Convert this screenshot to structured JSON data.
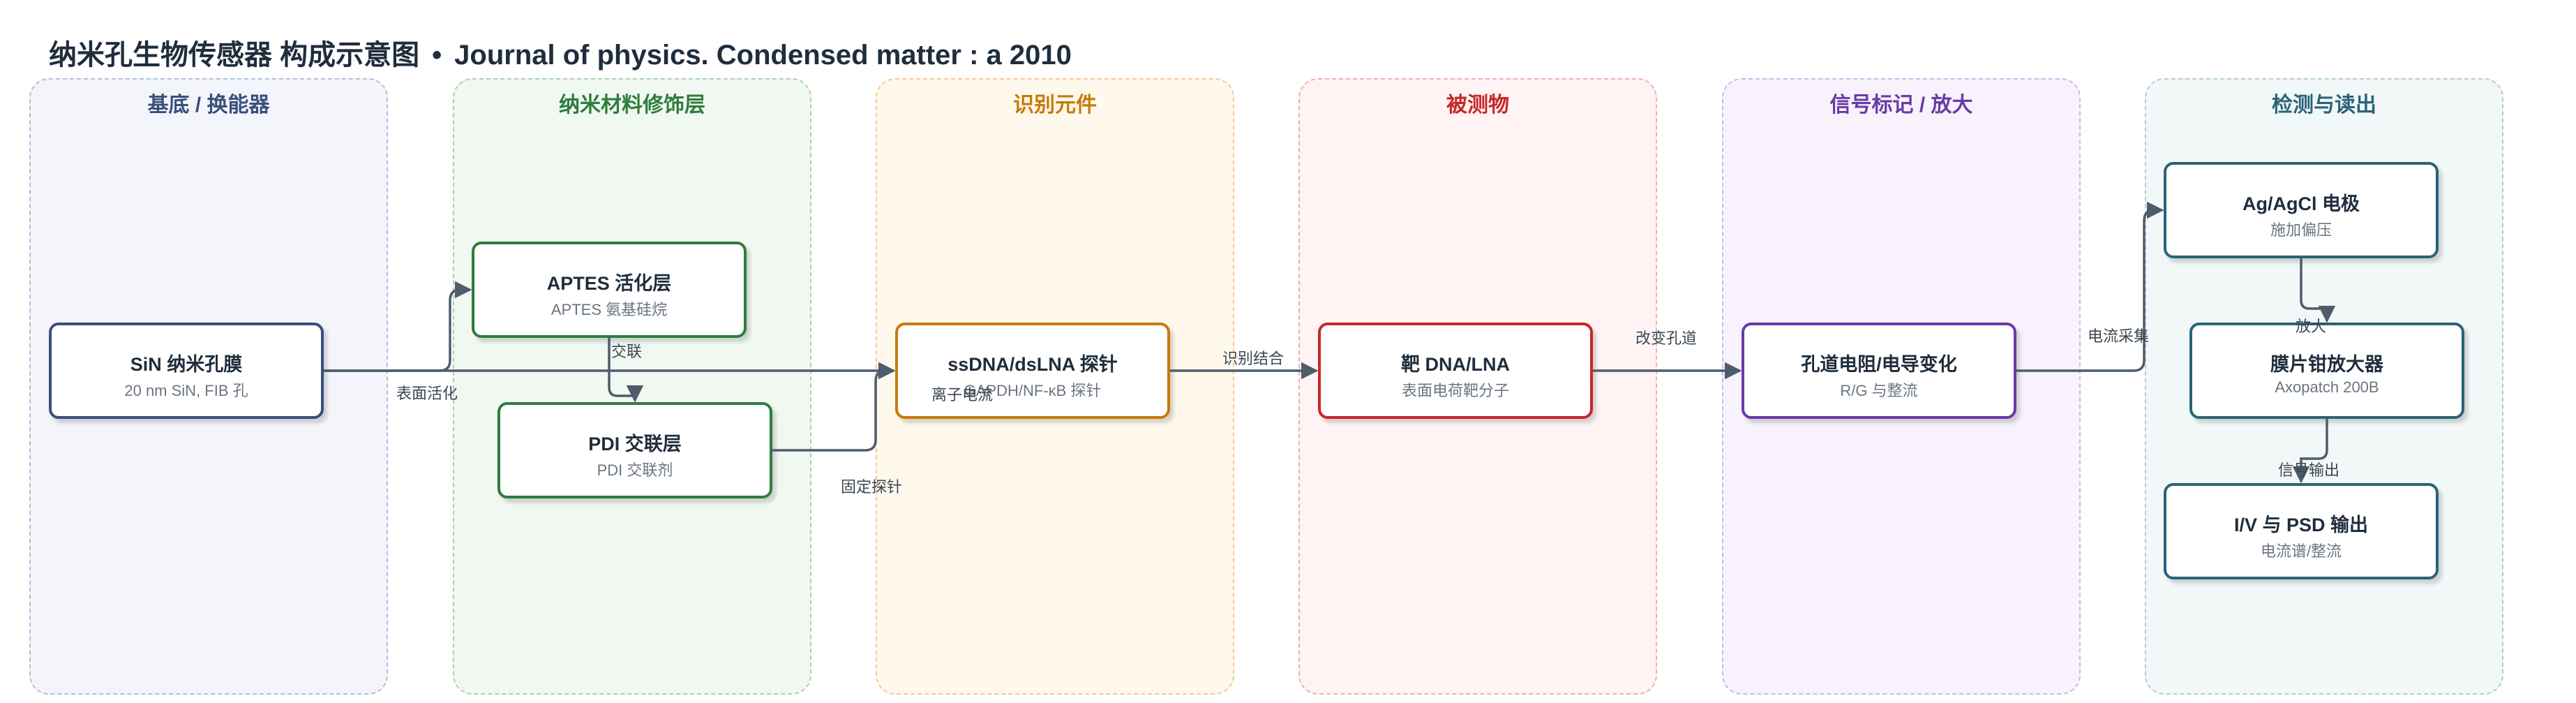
{
  "title": {
    "main": "纳米孔生物传感器 构成示意图",
    "separator": "•",
    "source": "Journal of physics. Condensed matter : a 2010"
  },
  "lanes": [
    {
      "label": "基底 / 换能器",
      "color": "#3a4f7a",
      "fill": "#f3f5fb",
      "border": "#b6bfd6"
    },
    {
      "label": "纳米材料修饰层",
      "color": "#2e7d3c",
      "fill": "#f1f8f2",
      "border": "#a9d2b0"
    },
    {
      "label": "识别元件",
      "color": "#c77a0a",
      "fill": "#fff8ec",
      "border": "#f0cc90"
    },
    {
      "label": "被测物",
      "color": "#c62828",
      "fill": "#fff3f3",
      "border": "#eeb0b0"
    },
    {
      "label": "信号标记 / 放大",
      "color": "#6a3aa8",
      "fill": "#f7f2fc",
      "border": "#cdb8e6"
    },
    {
      "label": "检测与读出",
      "color": "#2a6478",
      "fill": "#f2f7f8",
      "border": "#b0ccd6"
    }
  ],
  "nodes": {
    "sin": {
      "title": "SiN 纳米孔膜",
      "sub": "20 nm SiN, FIB 孔",
      "color": "#3a4f7a"
    },
    "aptes": {
      "title": "APTES 活化层",
      "sub": "APTES 氨基硅烷",
      "color": "#2e7d3c"
    },
    "pdi": {
      "title": "PDI 交联层",
      "sub": "PDI 交联剂",
      "color": "#2e7d3c"
    },
    "probe": {
      "title": "ssDNA/dsLNA 探针",
      "sub": "GAPDH/NF-κB 探针",
      "color": "#c77a0a"
    },
    "target": {
      "title": "靶 DNA/LNA",
      "sub": "表面电荷靶分子",
      "color": "#c62828"
    },
    "signal": {
      "title": "孔道电阻/电导变化",
      "sub": "R/G 与整流",
      "color": "#6a3aa8"
    },
    "electrode": {
      "title": "Ag/AgCl 电极",
      "sub": "施加偏压",
      "color": "#2a6478"
    },
    "amp": {
      "title": "膜片钳放大器",
      "sub": "Axopatch 200B",
      "color": "#2a6478"
    },
    "output": {
      "title": "I/V 与 PSD 输出",
      "sub": "电流谱/整流",
      "color": "#2a6478"
    }
  },
  "edge_labels": {
    "surface_activation": "表面活化",
    "crosslink": "交联",
    "ion_current": "离子电流",
    "fix_probe": "固定探针",
    "recognition": "识别结合",
    "change_channel": "改变孔道",
    "current_collect": "电流采集",
    "amplify": "放大",
    "signal_output": "信号输出"
  },
  "edge_color": "#4e5d6c"
}
